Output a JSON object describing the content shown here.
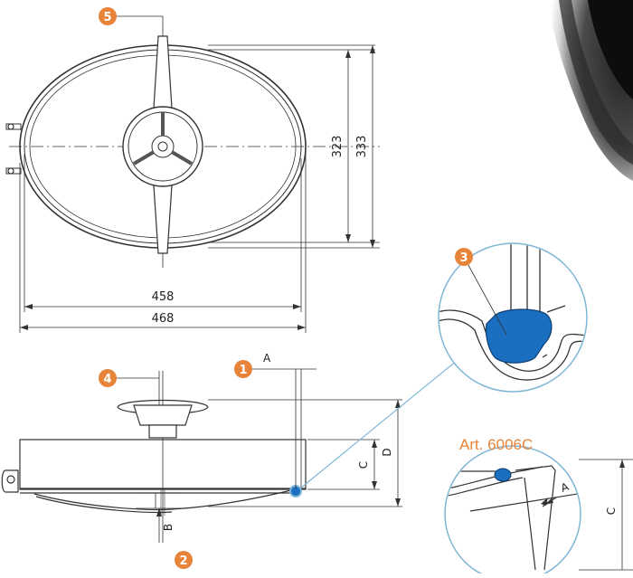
{
  "dimensions": {
    "inner_width": "458",
    "outer_width": "468",
    "inner_height": "323",
    "outer_height": "333"
  },
  "letters": {
    "a": "A",
    "b": "B",
    "c": "C",
    "d": "D"
  },
  "callouts": [
    "1",
    "2",
    "3",
    "4",
    "5"
  ],
  "detail_label": "Art. 6006C",
  "colors": {
    "callout": "#e8833a",
    "gasket": "#1a6fc0",
    "line": "#333333",
    "detail_circle": "#7fb6d6"
  }
}
